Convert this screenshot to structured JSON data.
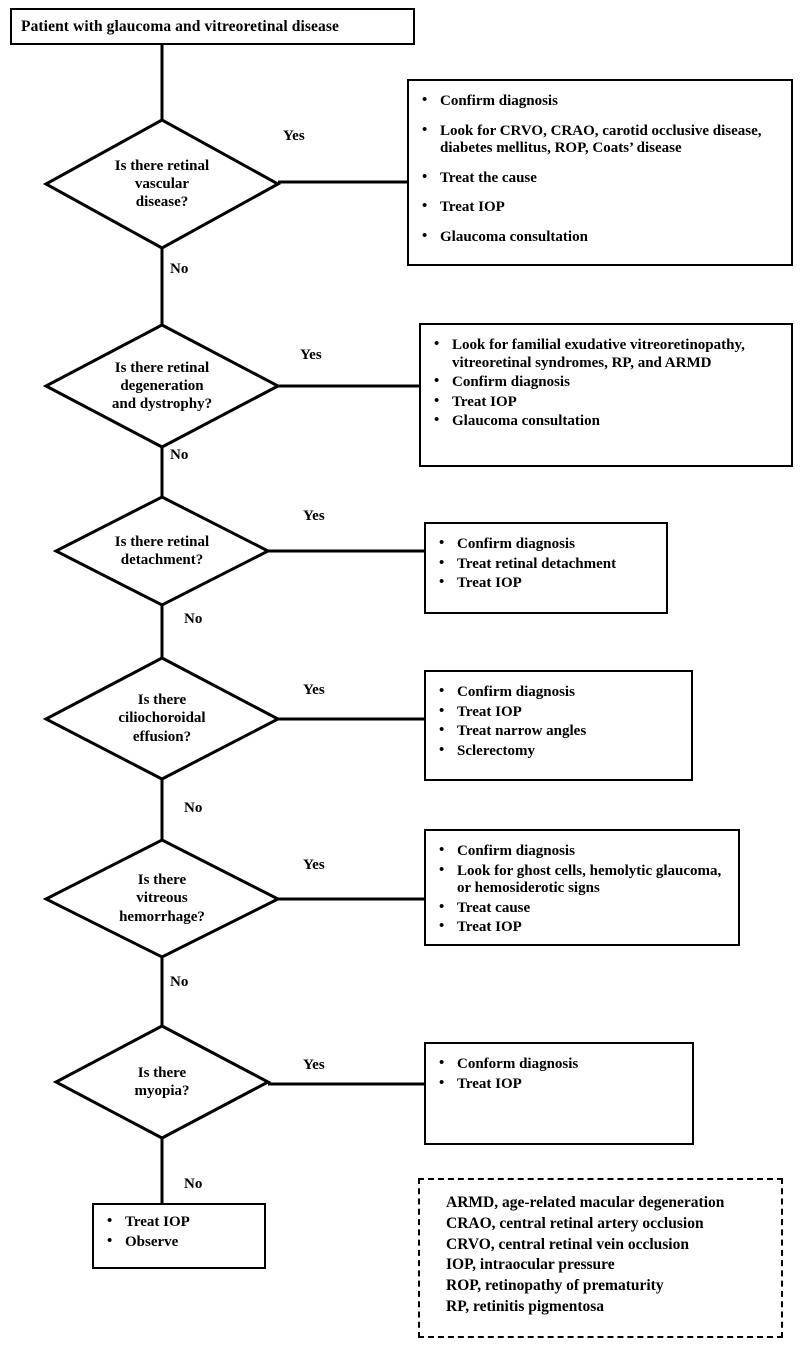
{
  "title": "Patient with glaucoma and vitreoretinal disease algorithm",
  "start": {
    "label": "Patient with glaucoma and vitreoretinal disease"
  },
  "edge_labels": {
    "yes": "Yes",
    "no": "No"
  },
  "decisions": [
    {
      "id": "retinal-vascular-disease",
      "lines": [
        "Is there retinal",
        "vascular",
        "disease?"
      ],
      "text": "Is there retinal vascular disease?"
    },
    {
      "id": "retinal-degeneration-dystrophy",
      "lines": [
        "Is there retinal",
        "degeneration",
        "and dystrophy?"
      ],
      "text": "Is there retinal degeneration and dystrophy?"
    },
    {
      "id": "retinal-detachment",
      "lines": [
        "Is there retinal",
        "detachment?"
      ],
      "text": "Is there retinal detachment?"
    },
    {
      "id": "ciliochoroidal-effusion",
      "lines": [
        "Is there",
        "ciliochoroidal",
        "effusion?"
      ],
      "text": "Is there ciliochoroidal effusion?"
    },
    {
      "id": "vitreous-hemorrhage",
      "lines": [
        "Is there",
        "vitreous",
        "hemorrhage?"
      ],
      "text": "Is there vitreous hemorrhage?"
    },
    {
      "id": "myopia",
      "lines": [
        "Is there",
        "myopia?"
      ],
      "text": "Is there myopia?"
    }
  ],
  "actions": [
    {
      "id": "retinal-vascular-disease-actions",
      "items": [
        "Confirm diagnosis",
        "Look for CRVO, CRAO, carotid occlusive disease, diabetes mellitus, ROP, Coats’ disease",
        "Treat the cause",
        "Treat IOP",
        "Glaucoma consultation"
      ]
    },
    {
      "id": "retinal-degeneration-dystrophy-actions",
      "items": [
        "Look for familial exudative vitreoretinopathy, vitreoretinal syndromes, RP, and ARMD",
        "Confirm diagnosis",
        "Treat IOP",
        "Glaucoma consultation"
      ]
    },
    {
      "id": "retinal-detachment-actions",
      "items": [
        "Confirm diagnosis",
        "Treat retinal detachment",
        "Treat IOP"
      ]
    },
    {
      "id": "ciliochoroidal-effusion-actions",
      "items": [
        "Confirm diagnosis",
        "Treat IOP",
        "Treat narrow angles",
        "Sclerectomy"
      ]
    },
    {
      "id": "vitreous-hemorrhage-actions",
      "items": [
        "Confirm diagnosis",
        "Look for ghost cells, hemolytic glaucoma, or hemosiderotic signs",
        "Treat cause",
        "Treat IOP"
      ]
    },
    {
      "id": "myopia-actions",
      "items": [
        "Conform diagnosis",
        "Treat IOP"
      ]
    }
  ],
  "terminal": {
    "id": "treat-iop-observe",
    "items": [
      "Treat IOP",
      "Observe"
    ]
  },
  "legend": {
    "entries": [
      "ARMD, age-related macular degeneration",
      "CRAO, central retinal artery occlusion",
      "CRVO, central retinal vein occlusion",
      "IOP, intraocular pressure",
      "ROP, retinopathy of prematurity",
      "RP, retinitis pigmentosa"
    ]
  },
  "colors": {
    "line": "#000000",
    "background": "#ffffff",
    "text": "#000000"
  }
}
